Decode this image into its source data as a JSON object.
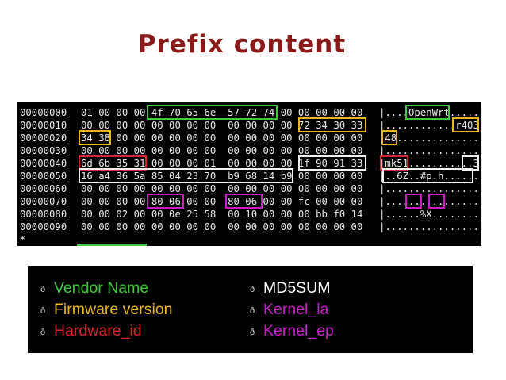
{
  "title": "Prefix content",
  "hexdump": {
    "rows": [
      {
        "offset": "00000000",
        "bytes": "01 00 00 00 4f 70 65 6e  57 72 74 00 00 00 00 00",
        "ascii": "|....OpenWrt.....|"
      },
      {
        "offset": "00000010",
        "bytes": "00 00 00 00 00 00 00 00  00 00 00 00 72 34 30 33",
        "ascii": "|............r403|"
      },
      {
        "offset": "00000020",
        "bytes": "34 38 00 00 00 00 00 00  00 00 00 00 00 00 00 00",
        "ascii": "|48..............|"
      },
      {
        "offset": "00000030",
        "bytes": "00 00 00 00 00 00 00 00  00 00 00 00 00 00 00 00",
        "ascii": "|................|"
      },
      {
        "offset": "00000040",
        "bytes": "6d 6b 35 31 00 00 00 01  00 00 00 00 1f 90 91 33",
        "ascii": "|mk51...........3|"
      },
      {
        "offset": "00000050",
        "bytes": "16 a4 36 5a 85 04 23 70  b9 68 14 b9 00 00 00 00",
        "ascii": "|..6Z..#p.h......|"
      },
      {
        "offset": "00000060",
        "bytes": "00 00 00 00 00 00 00 00  00 00 00 00 00 00 00 00",
        "ascii": "|................|"
      },
      {
        "offset": "00000070",
        "bytes": "00 00 00 00 80 06 00 00  80 06 00 00 fc 00 00 00",
        "ascii": "|................|"
      },
      {
        "offset": "00000080",
        "bytes": "00 00 02 00 00 0e 25 58  00 10 00 00 00 bb f0 14",
        "ascii": "|......%X........|"
      },
      {
        "offset": "00000090",
        "bytes": "00 00 00 00 00 00 00 00  00 00 00 00 00 00 00 00",
        "ascii": "|................|"
      }
    ],
    "end_marker": "*"
  },
  "legend": {
    "items": [
      {
        "label": "Vendor Name",
        "color": "#3fc93f"
      },
      {
        "label": "Firmware version",
        "color": "#e8b818"
      },
      {
        "label": "Hardware_id",
        "color": "#d8242a"
      },
      {
        "label": "MD5SUM",
        "color": "#ffffff"
      },
      {
        "label": "Kernel_la",
        "color": "#c81ec8"
      },
      {
        "label": "Kernel_ep",
        "color": "#c81ec8"
      }
    ]
  },
  "colors": {
    "title": "#8b1a1a",
    "vendor_name": "#3fc93f",
    "firmware_version": "#e8b818",
    "hardware_id": "#d8242a",
    "md5sum": "#ffffff",
    "kernel": "#c81ec8"
  }
}
